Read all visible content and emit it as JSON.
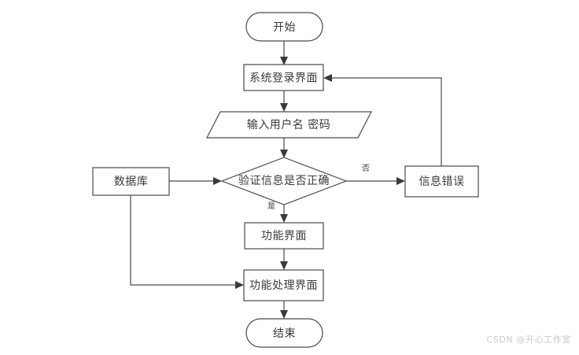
{
  "diagram": {
    "type": "flowchart",
    "title": "",
    "background_color": "#ffffff",
    "stroke_color": "#4a4a4a",
    "text_color": "#3a3a3a",
    "nodes": [
      {
        "id": "start",
        "label": "开始",
        "shape": "stadium"
      },
      {
        "id": "login",
        "label": "系统登录界面",
        "shape": "rectangle"
      },
      {
        "id": "input",
        "label": "输入用户名 密码",
        "shape": "parallelogram"
      },
      {
        "id": "database",
        "label": "数据库",
        "shape": "rectangle"
      },
      {
        "id": "verify",
        "label": "验证信息是否正确",
        "shape": "diamond"
      },
      {
        "id": "error",
        "label": "信息错误",
        "shape": "rectangle"
      },
      {
        "id": "feature",
        "label": "功能界面",
        "shape": "rectangle"
      },
      {
        "id": "process",
        "label": "功能处理界面",
        "shape": "rectangle"
      },
      {
        "id": "end",
        "label": "结束",
        "shape": "stadium"
      }
    ],
    "edge_labels": {
      "verify_no": "否",
      "verify_yes": "是"
    }
  },
  "watermark": {
    "text": "CSDN @开心工作室"
  }
}
